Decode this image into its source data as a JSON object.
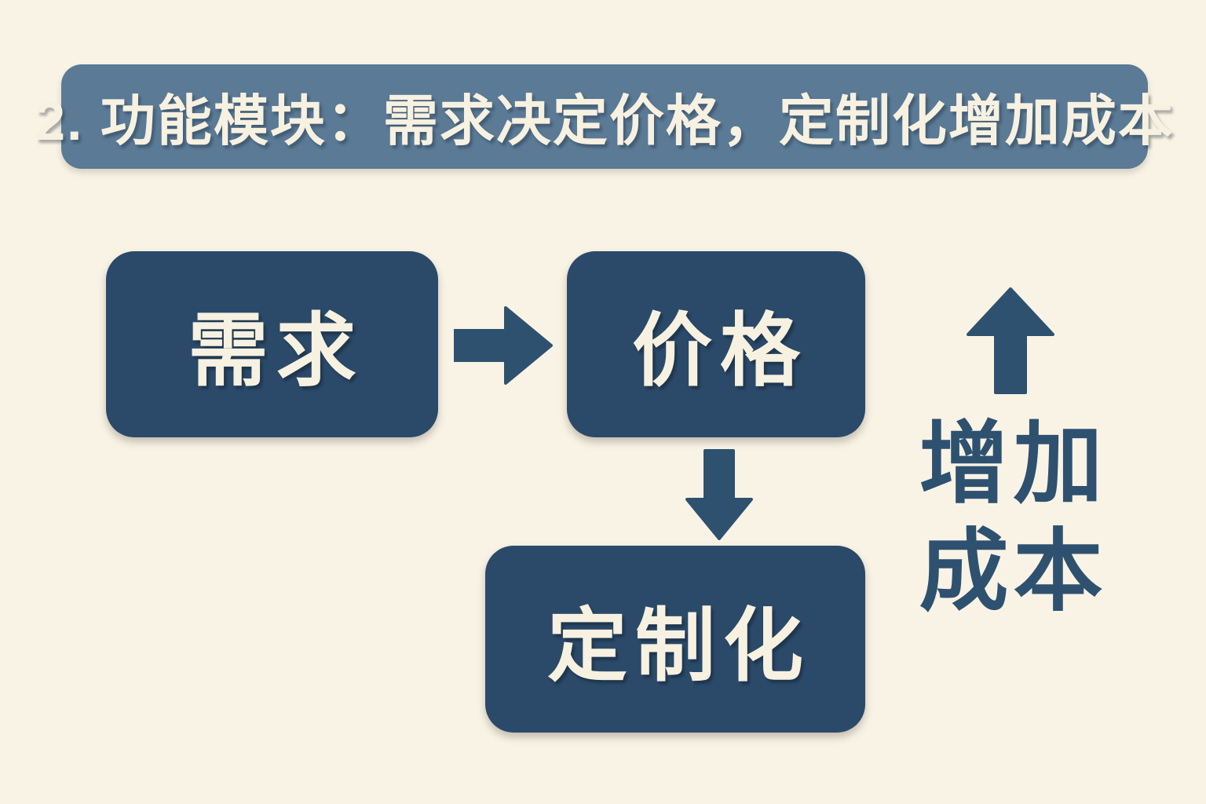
{
  "colors": {
    "background": "#f9f3e5",
    "header_bg": "#5a7a96",
    "box_bg": "#2b4a6a",
    "box_text": "#f7f1e1",
    "arrow": "#2e5170",
    "side_text": "#2e5170"
  },
  "header": {
    "title": "2. 功能模块：需求决定价格，定制化增加成本"
  },
  "diagram": {
    "nodes": [
      {
        "id": "demand",
        "label": "需求"
      },
      {
        "id": "price",
        "label": "价格"
      },
      {
        "id": "customization",
        "label": "定制化"
      }
    ],
    "arrows": [
      {
        "id": "demand-to-price",
        "direction": "right"
      },
      {
        "id": "price-to-customization",
        "direction": "down"
      },
      {
        "id": "cost-increase",
        "direction": "up"
      }
    ],
    "side_label": {
      "line1": "增加",
      "line2": "成本"
    }
  }
}
